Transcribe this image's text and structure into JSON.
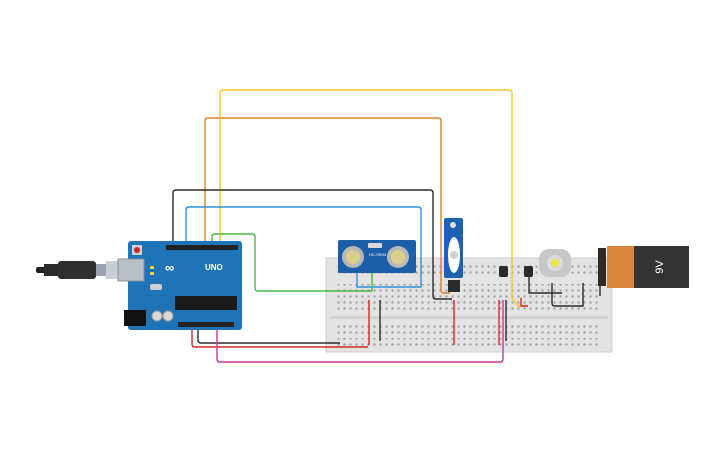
{
  "arduino": {
    "brand": "UNO",
    "body_color": "#1f73b7"
  },
  "ultrasonic": {
    "label": "HC-SR04",
    "body_color": "#1c5fa8"
  },
  "battery": {
    "label": "9V",
    "body_color": "#333333",
    "cap_color": "#d9853b"
  },
  "wire_colors": {
    "yellow": "#f2c81f",
    "orange": "#d9822b",
    "black": "#2b2b2b",
    "blue": "#2f93d6",
    "green": "#4bb543",
    "red": "#d12b2b",
    "magenta": "#c23a9a"
  }
}
